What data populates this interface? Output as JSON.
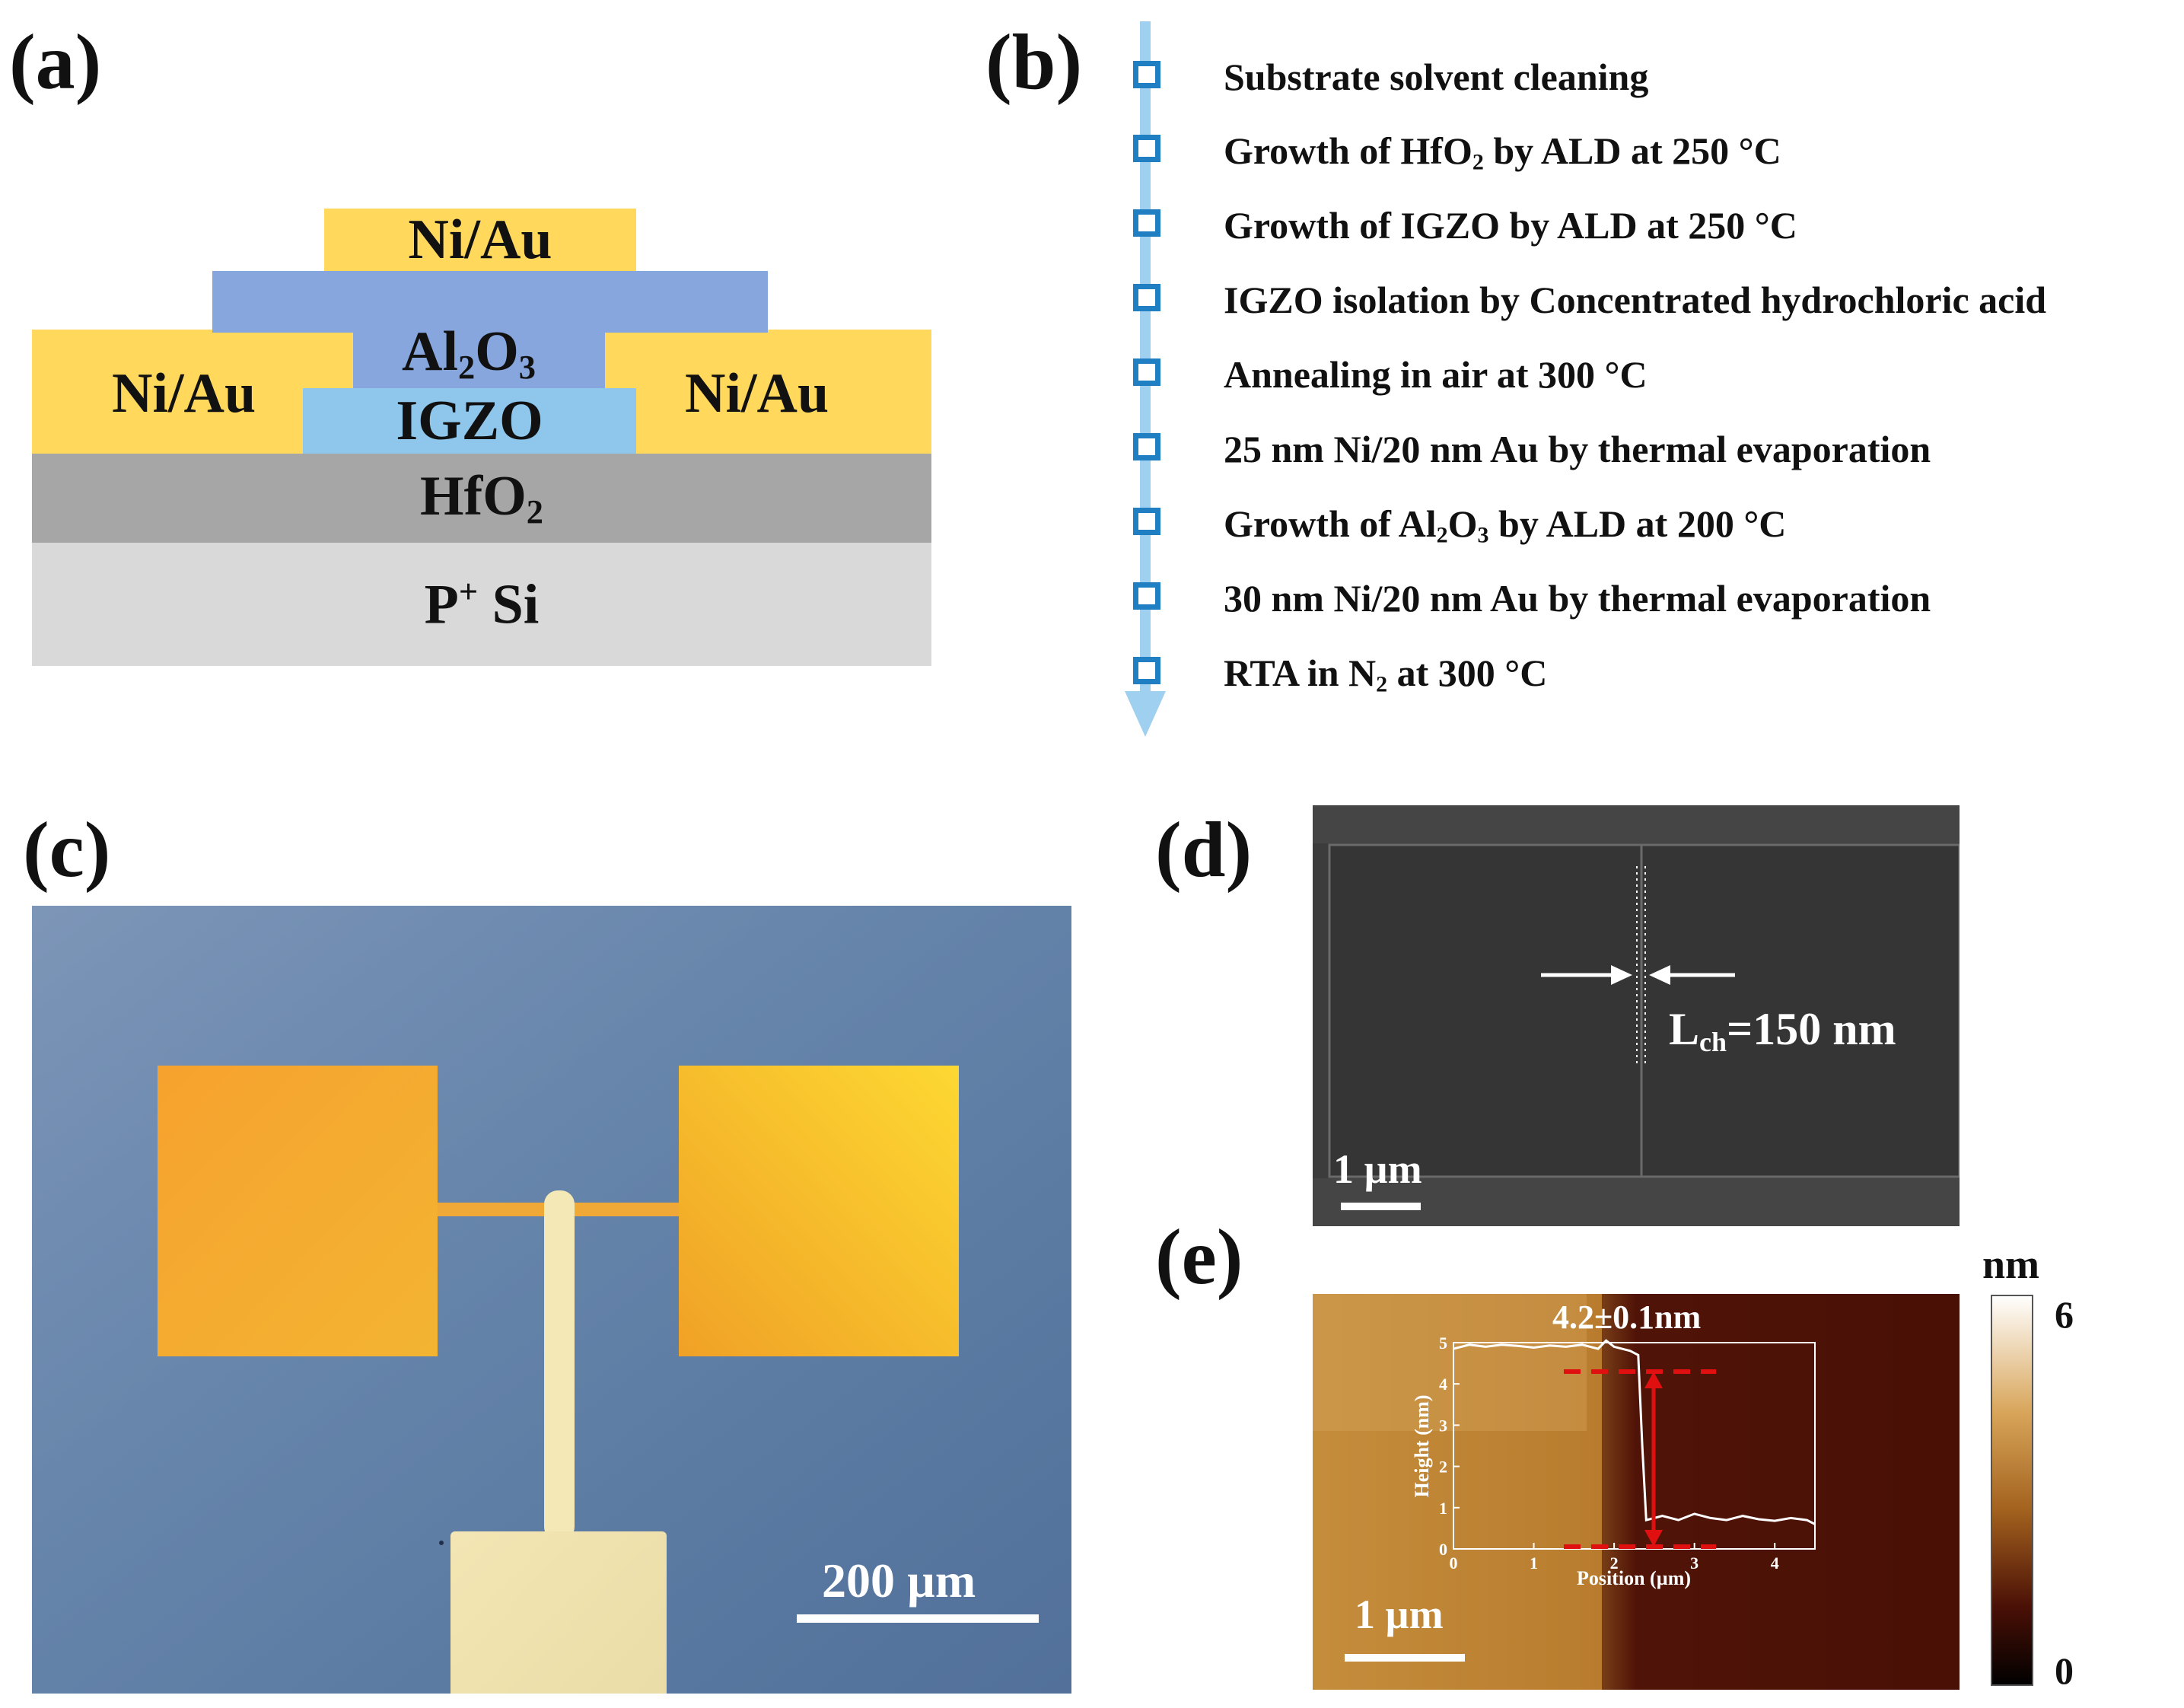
{
  "panels": {
    "a": {
      "label": "(a)"
    },
    "b": {
      "label": "(b)"
    },
    "c": {
      "label": "(c)"
    },
    "d": {
      "label": "(d)"
    },
    "e": {
      "label": "(e)"
    }
  },
  "stack": {
    "top_contact": "Ni/Au",
    "passivation": "Al",
    "passivation_sub1": "2",
    "passivation_mid": "O",
    "passivation_sub2": "3",
    "left_contact": "Ni/Au",
    "right_contact": "Ni/Au",
    "channel": "IGZO",
    "dielectric": "HfO",
    "dielectric_sub": "2",
    "substrate": "P",
    "substrate_sup": "+",
    "substrate_tail": " Si",
    "colors": {
      "metal": "#ffd85c",
      "al2o3": "#86a6dd",
      "igzo": "#8ec6ec",
      "hfo2": "#a6a6a6",
      "si": "#d9d9d9",
      "flow": "#9fd0ef"
    }
  },
  "process_flow": [
    {
      "text": "Substrate solvent cleaning"
    },
    {
      "pre": "Growth of HfO",
      "sub": "2",
      "post": " by ALD at 250 °C"
    },
    {
      "text": "Growth of IGZO by ALD at 250 °C"
    },
    {
      "text": "IGZO isolation by Concentrated hydrochloric acid"
    },
    {
      "text": "Annealing in air at 300 °C"
    },
    {
      "text": "25 nm Ni/20 nm Au by thermal evaporation"
    },
    {
      "pre": "Growth of Al",
      "sub": "2",
      "mid": "O",
      "sub2": "3",
      "post": " by ALD at 200 °C"
    },
    {
      "text": "30 nm Ni/20 nm Au by thermal evaporation"
    },
    {
      "pre": "RTA in N",
      "sub": "2",
      "post": " at 300 °C"
    }
  ],
  "optical": {
    "scale_label": "200 µm"
  },
  "sem": {
    "lch_main": "L",
    "lch_sub": "ch",
    "lch_value": "=150 nm",
    "scale_label": "1 µm"
  },
  "afm": {
    "step_label": "4.2±0.1nm",
    "scale_label": "1 µm",
    "colorbar_unit": "nm",
    "colorbar_max": "6",
    "colorbar_min": "0"
  },
  "chart_data": {
    "type": "line",
    "title": "",
    "xlabel": "Position (µm)",
    "ylabel": "Height (nm)",
    "xlim": [
      0,
      4.5
    ],
    "ylim": [
      0,
      5
    ],
    "xticks": [
      "0",
      "1",
      "2",
      "3",
      "4"
    ],
    "yticks": [
      "0",
      "1",
      "2",
      "3",
      "4",
      "5"
    ],
    "series": [
      {
        "x": [
          0,
          0.2,
          0.4,
          0.6,
          0.8,
          1.0,
          1.2,
          1.4,
          1.6,
          1.8,
          1.9,
          2.0,
          2.2,
          2.3,
          2.35,
          2.4,
          2.5,
          2.6,
          2.8,
          3.0,
          3.2,
          3.4,
          3.6,
          3.8,
          4.0,
          4.2,
          4.4,
          4.5
        ],
        "y": [
          4.85,
          4.95,
          4.9,
          4.95,
          4.92,
          4.88,
          4.93,
          4.9,
          4.95,
          4.85,
          5.05,
          4.9,
          4.8,
          4.7,
          2.5,
          0.7,
          0.75,
          0.8,
          0.7,
          0.85,
          0.75,
          0.7,
          0.8,
          0.72,
          0.68,
          0.75,
          0.7,
          0.6
        ]
      }
    ]
  }
}
